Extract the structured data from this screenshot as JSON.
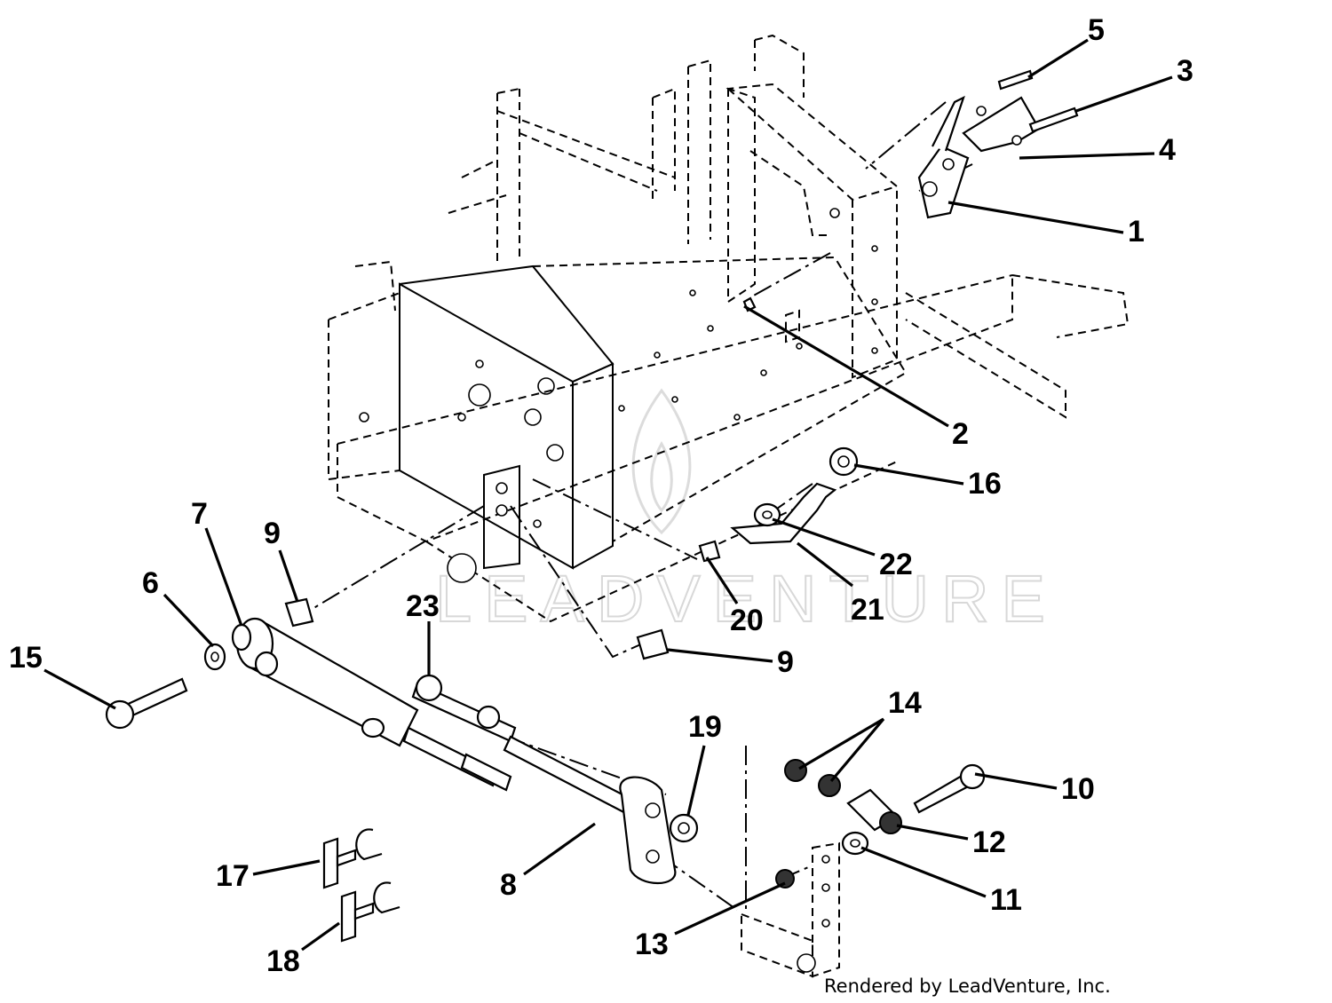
{
  "diagram": {
    "callouts": [
      {
        "id": "1",
        "text": "1"
      },
      {
        "id": "2",
        "text": "2"
      },
      {
        "id": "3",
        "text": "3"
      },
      {
        "id": "4",
        "text": "4"
      },
      {
        "id": "5",
        "text": "5"
      },
      {
        "id": "6",
        "text": "6"
      },
      {
        "id": "7",
        "text": "7"
      },
      {
        "id": "8",
        "text": "8"
      },
      {
        "id": "9a",
        "text": "9"
      },
      {
        "id": "9b",
        "text": "9"
      },
      {
        "id": "10",
        "text": "10"
      },
      {
        "id": "11",
        "text": "11"
      },
      {
        "id": "12",
        "text": "12"
      },
      {
        "id": "13",
        "text": "13"
      },
      {
        "id": "14",
        "text": "14"
      },
      {
        "id": "15",
        "text": "15"
      },
      {
        "id": "16",
        "text": "16"
      },
      {
        "id": "17",
        "text": "17"
      },
      {
        "id": "18",
        "text": "18"
      },
      {
        "id": "19",
        "text": "19"
      },
      {
        "id": "20",
        "text": "20"
      },
      {
        "id": "21",
        "text": "21"
      },
      {
        "id": "22",
        "text": "22"
      },
      {
        "id": "23",
        "text": "23"
      }
    ],
    "watermark": "LEADVENTURE",
    "credit": "Rendered by LeadVenture, Inc."
  }
}
